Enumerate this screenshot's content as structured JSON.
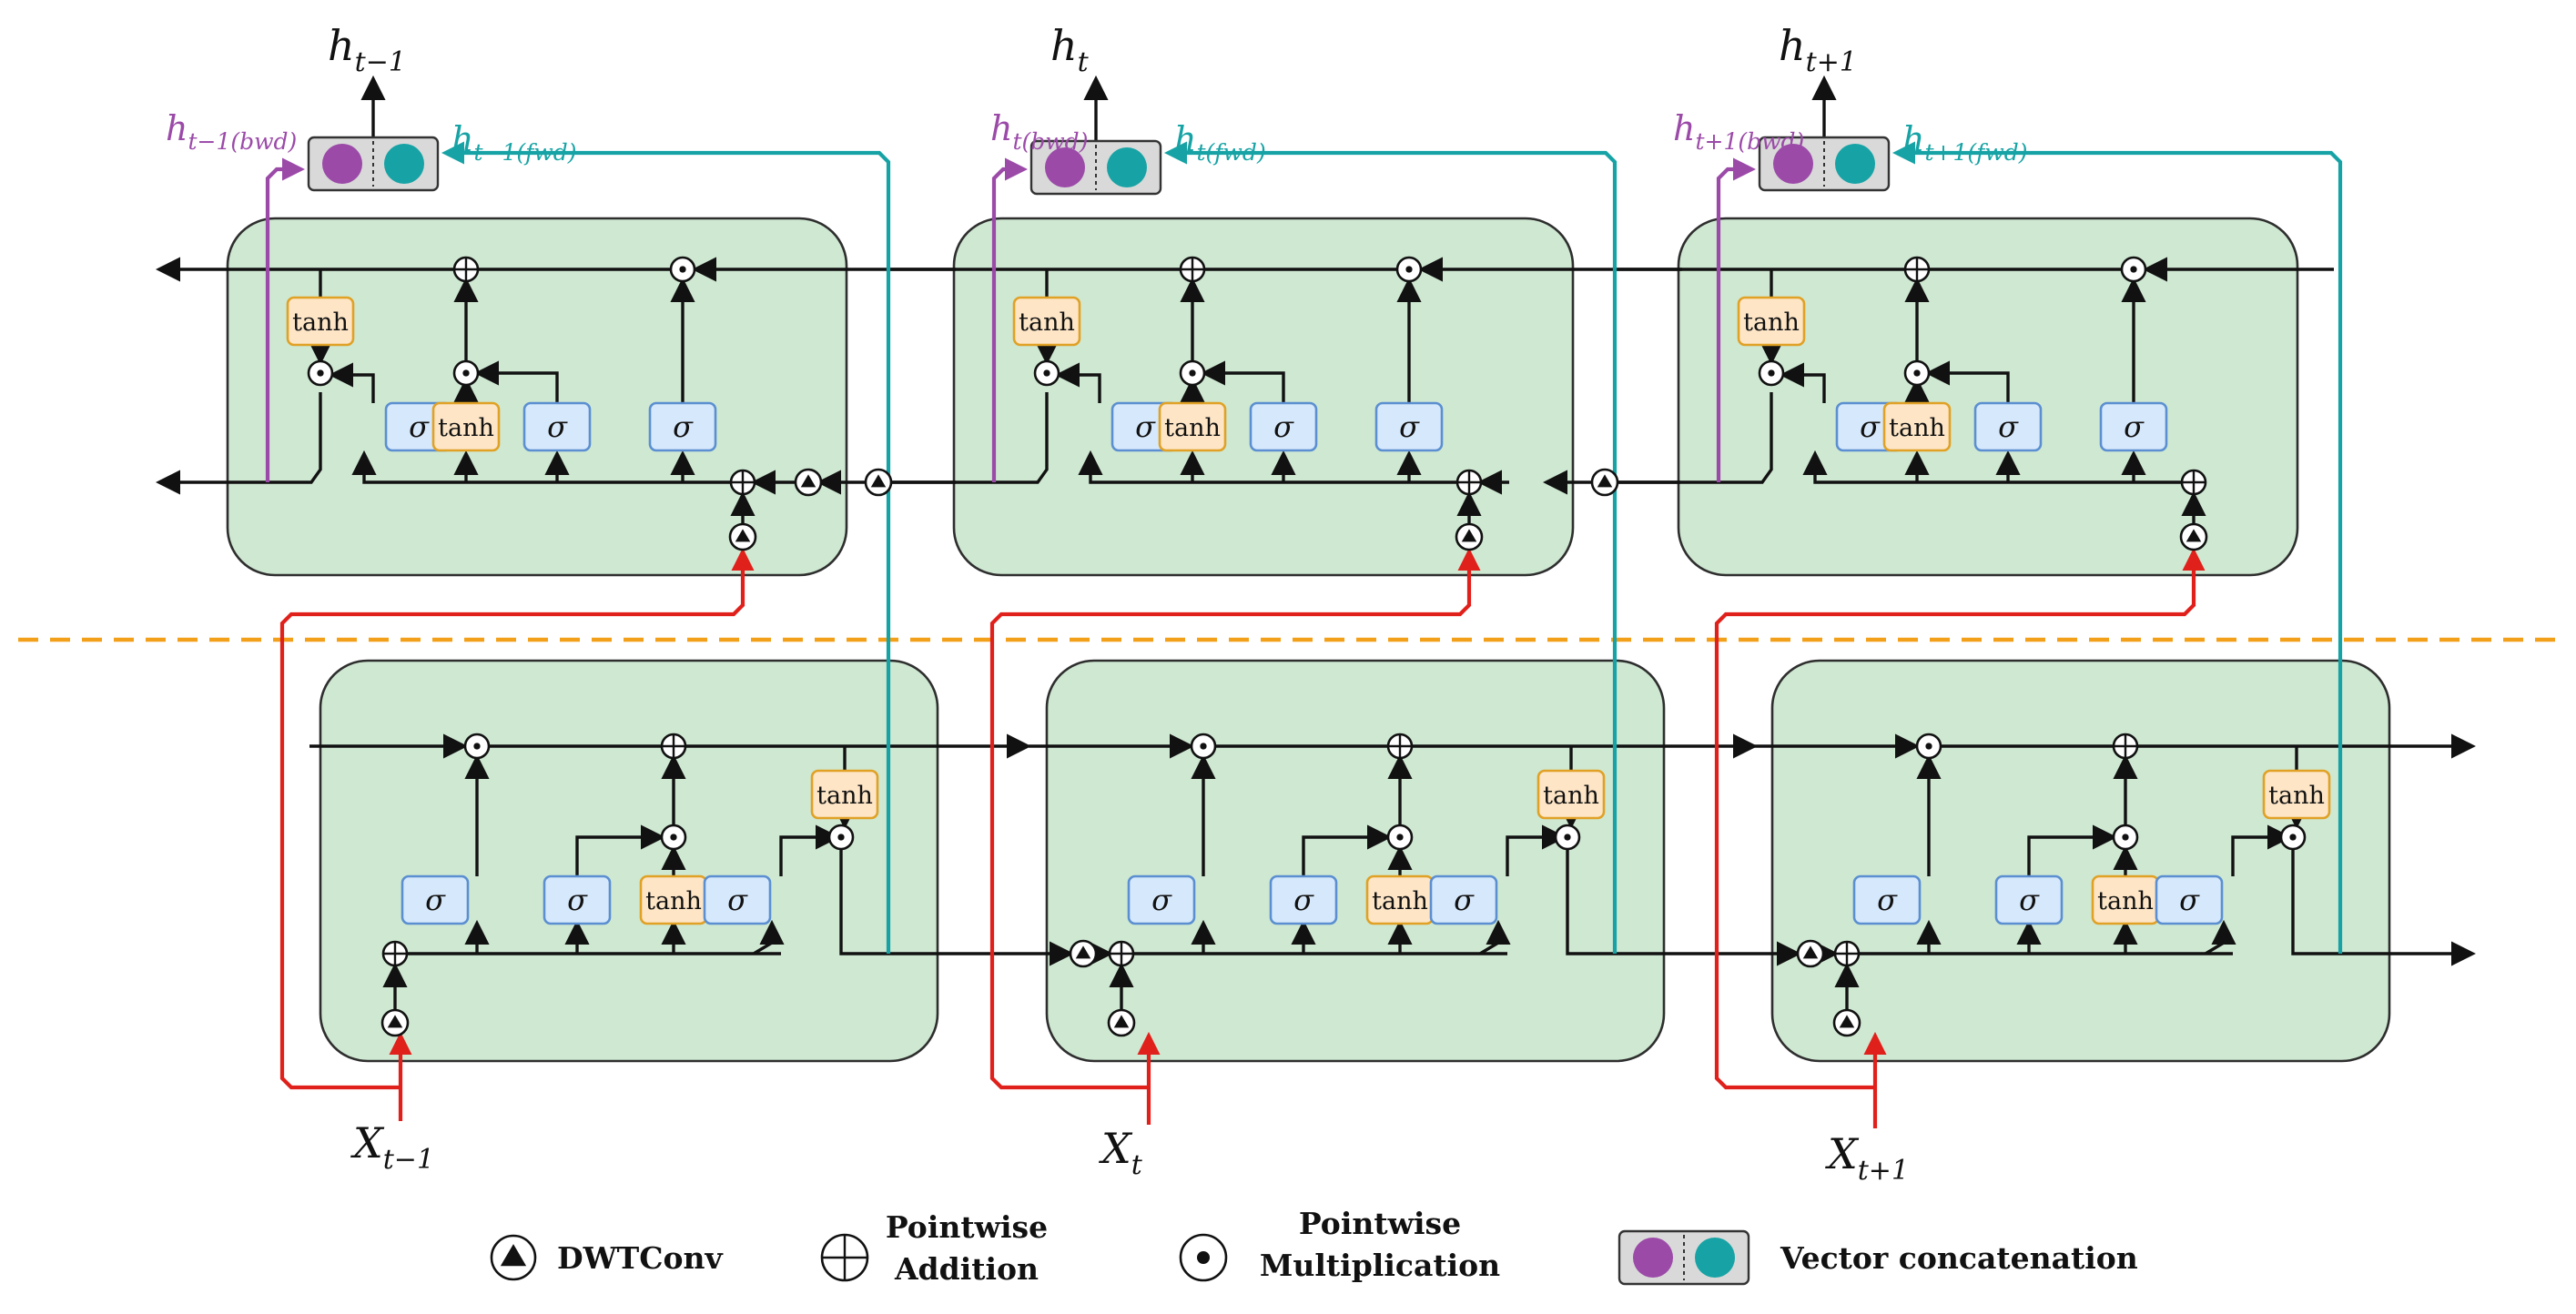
{
  "outputs": [
    {
      "main": "h",
      "sub": "t−1"
    },
    {
      "main": "h",
      "sub": "t"
    },
    {
      "main": "h",
      "sub": "t+1"
    }
  ],
  "bwd_labels": [
    {
      "main": "h",
      "sub": "t−1(bwd)"
    },
    {
      "main": "h",
      "sub": "t(bwd)"
    },
    {
      "main": "h",
      "sub": "t+1(bwd)"
    }
  ],
  "fwd_labels": [
    {
      "main": "h",
      "sub": "t−1(fwd)"
    },
    {
      "main": "h",
      "sub": "t(fwd)"
    },
    {
      "main": "h",
      "sub": "t+1(fwd)"
    }
  ],
  "inputs": [
    {
      "main": "X",
      "sub": "t−1"
    },
    {
      "main": "X",
      "sub": "t"
    },
    {
      "main": "X",
      "sub": "t+1"
    }
  ],
  "gates": {
    "sigma": "σ",
    "tanh": "tanh"
  },
  "legend": {
    "dwt": "DWTConv",
    "add_line1": "Pointwise",
    "add_line2": "Addition",
    "mul_line1": "Pointwise",
    "mul_line2": "Multiplication",
    "concat": "Vector concatenation"
  },
  "colors": {
    "cell_fill": "#cfe8d2",
    "sigma_fill": "#d6e8fb",
    "tanh_fill": "#fde5c6",
    "forward_path": "#17a3a5",
    "backward_path": "#9b4aa8",
    "input_path": "#e0201b",
    "divider": "#f2a01a"
  }
}
